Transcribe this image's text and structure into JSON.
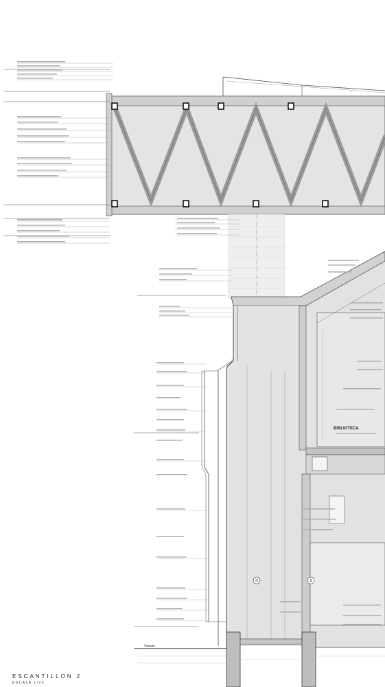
{
  "sheet": {
    "title": "ESCANTILLON 2",
    "scale": "ESCALA 1/20"
  },
  "labels": {
    "library": "BIBLIOTECA",
    "street": "Vereda",
    "axis_r": "R",
    "axis_s": "S"
  },
  "colors": {
    "concrete": "#dcdcdc",
    "concrete_dark": "#c8c8c8",
    "line": "#4a4a4a",
    "annotation": "#8a8a8a"
  }
}
